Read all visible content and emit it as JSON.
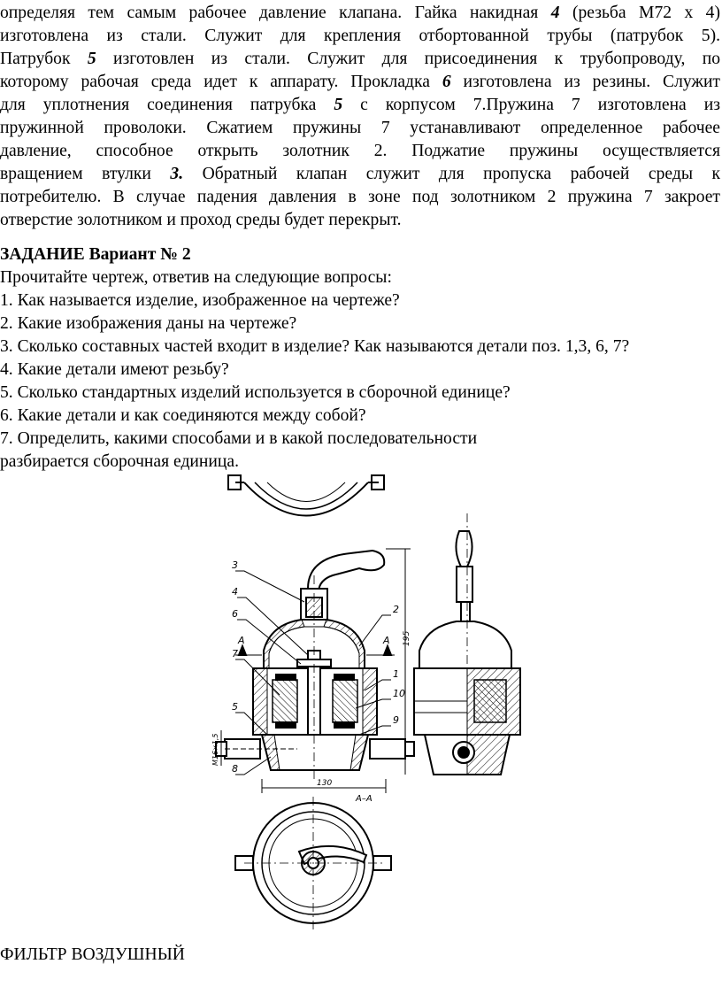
{
  "intro": {
    "lines": [
      "определяя тем самым рабочее давление клапана. Гайка накидная",
      "изготовлена из стали. Служит для крепления отбортованной трубы (патрубок 5).",
      "Патрубок",
      "которому рабочая среда идет к аппарату. Прокладка",
      "для уплотнения соединения патрубка",
      "пружинной проволоки. Сжатием пружины 7 устанавливают определенное рабочее",
      "давление, способное открыть золотник 2. Поджатие пружины осуществляется",
      "вращением втулки",
      "потребителю. В случае падения давления в зоне под золотником 2 пружина 7 закроет",
      "отверстие золотником и проход среды будет перекрыт."
    ],
    "num4": "4",
    "line1_tail": " (резьба М72 х 4)",
    "num5a": "5",
    "line3_tail": " изготовлен из стали. Служит для присоединения к трубопроводу, по",
    "num6": "6",
    "line4_tail": " изготовлена из резины. Служит",
    "num5b": "5",
    "line5_tail": " с корпусом 7.Пружина 7 изготовлена из",
    "num3": "3.",
    "line8_tail": " Обратный клапан служит для пропуска рабочей среды к"
  },
  "task": {
    "title": "ЗАДАНИЕ  Вариант № 2",
    "intro": "Прочитайте чертеж, ответив на следующие вопросы:",
    "questions": [
      "1. Как называется изделие, изображенное на чертеже?",
      "2. Какие изображения даны на чертеже?",
      "3. Сколько составных частей входит в изделие? Как называются детали поз. 1,3, 6, 7?",
      "4. Какие детали имеют резьбу?",
      "5. Сколько стандартных изделий используется в сборочной единице?",
      "6. Какие детали и как соединяются между собой?",
      "7. Определить, какими способами и в какой последовательности",
      "разбирается сборочная единица."
    ]
  },
  "drawing": {
    "labels": [
      "3",
      "4",
      "6",
      "7",
      "5",
      "8",
      "2",
      "1",
      "10",
      "9",
      "A",
      "A"
    ],
    "dim_height": "195",
    "dim_width": "130",
    "dim_thread": "М16×1,5",
    "section_label": "А–А"
  },
  "caption": "ФИЛЬТР ВОЗДУШНЫЙ"
}
